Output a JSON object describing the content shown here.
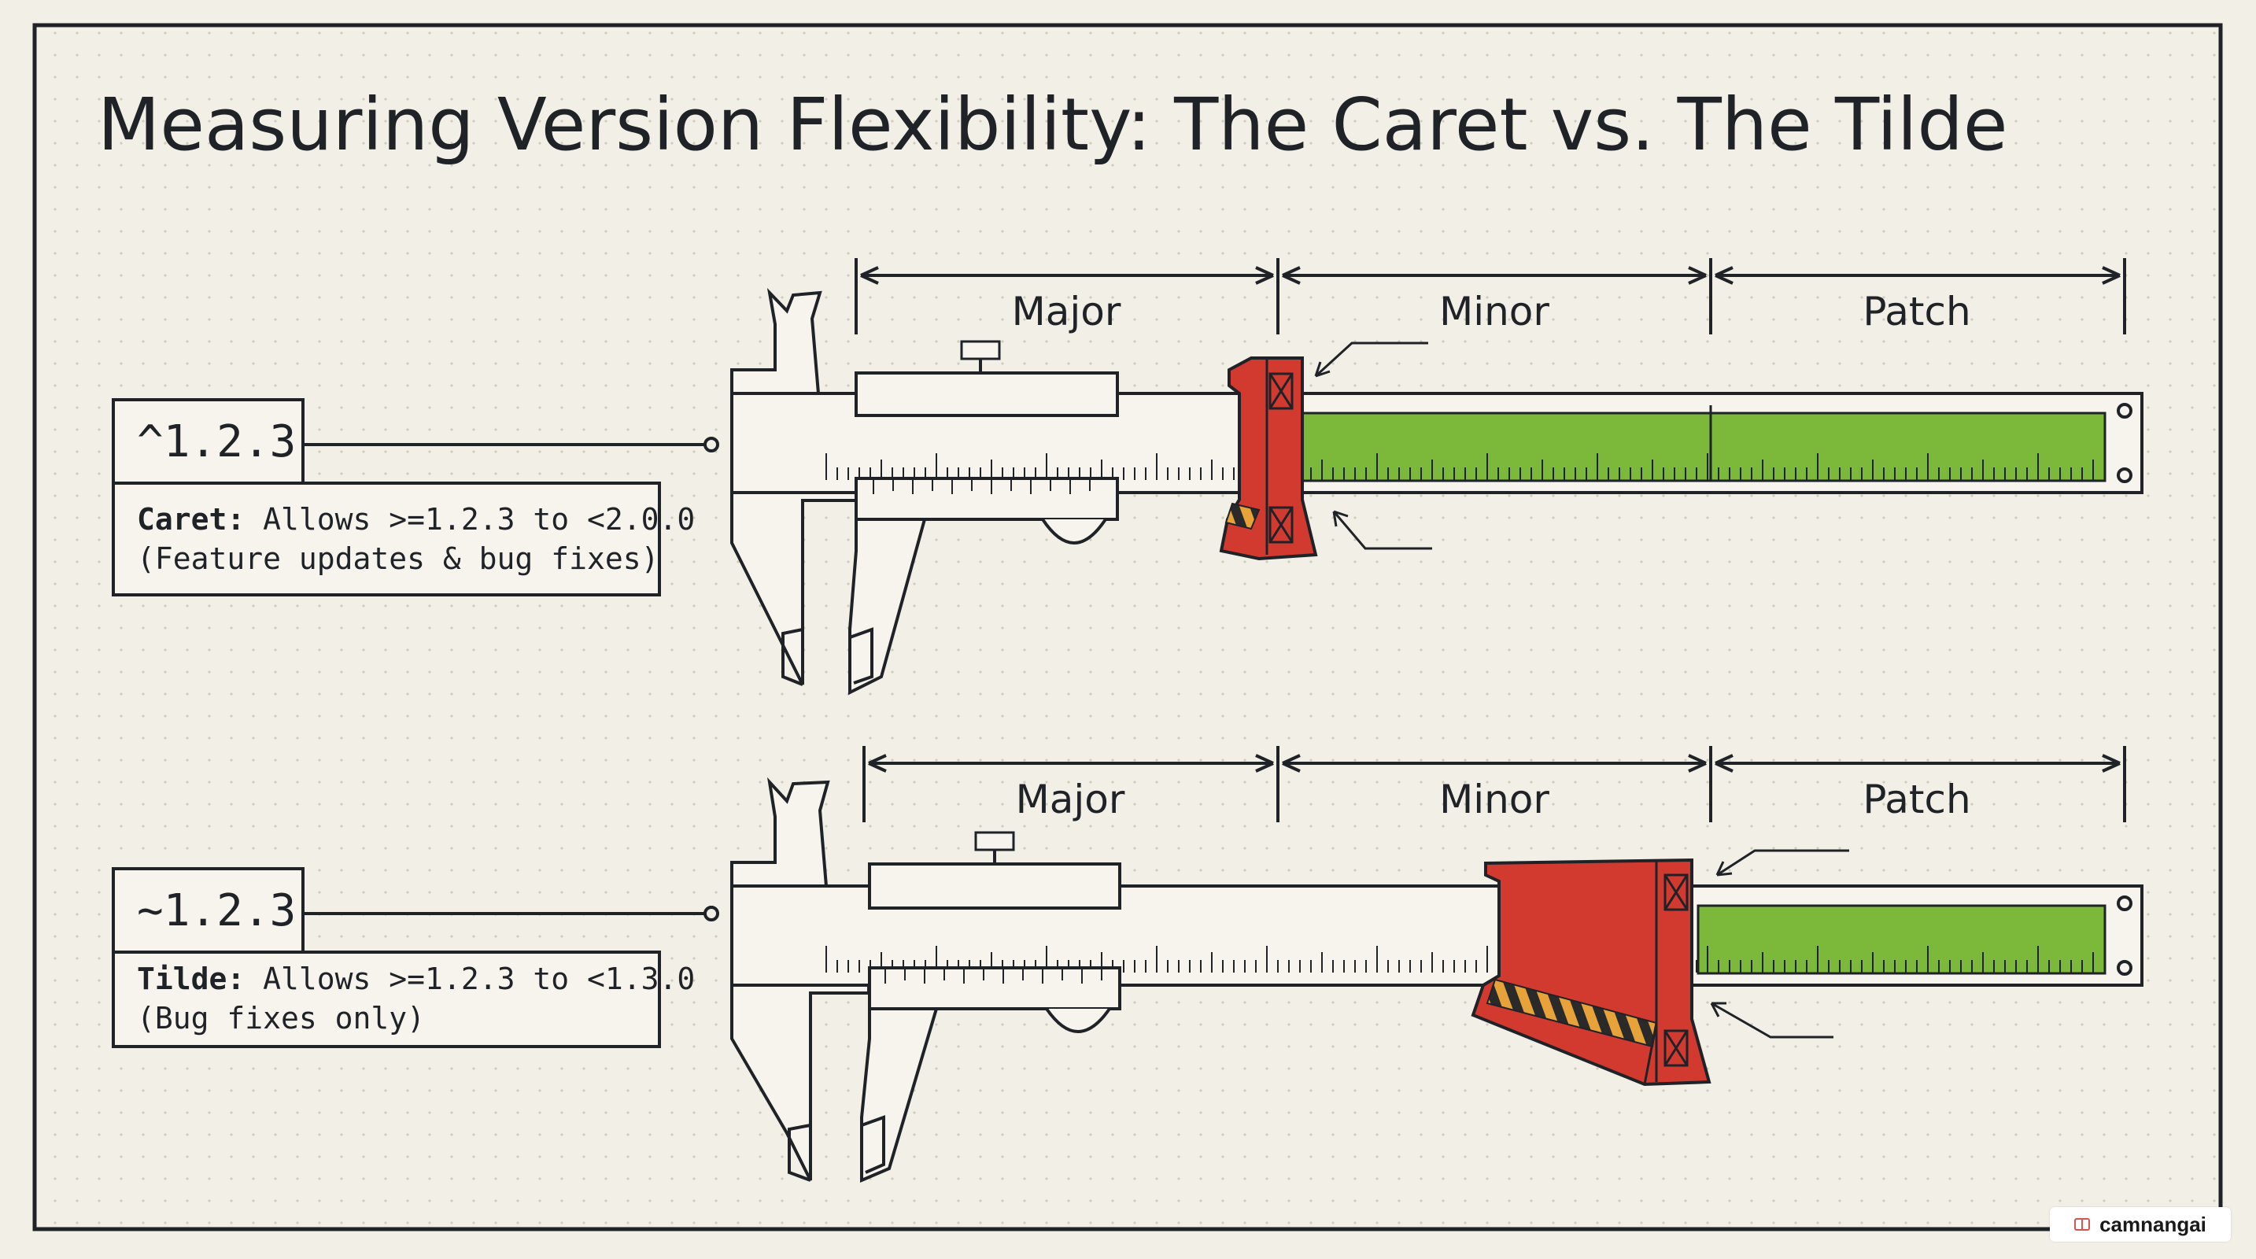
{
  "title": "Measuring Version Flexibility: The Caret vs. The Tilde",
  "colors": {
    "background": "#f1efe6",
    "ink": "#1f2328",
    "allowed_range": "#7cb83a",
    "slider": "#d23a30",
    "hatch": "#e8a23a"
  },
  "segments": [
    "Major",
    "Minor",
    "Patch"
  ],
  "calipers": [
    {
      "version": "^1.2.3",
      "label_bold": "Caret:",
      "label_text": " Allows >=1.2.3 to <2.0.0",
      "label_line2": "(Feature updates & bug fixes)",
      "allowed_from": "Minor",
      "allowed_to": "Patch"
    },
    {
      "version": "~1.2.3",
      "label_bold": "Tilde:",
      "label_text": " Allows >=1.2.3 to <1.3.0",
      "label_line2": "(Bug fixes only)",
      "allowed_from": "Patch",
      "allowed_to": "Patch"
    }
  ],
  "watermark": "camnangai"
}
